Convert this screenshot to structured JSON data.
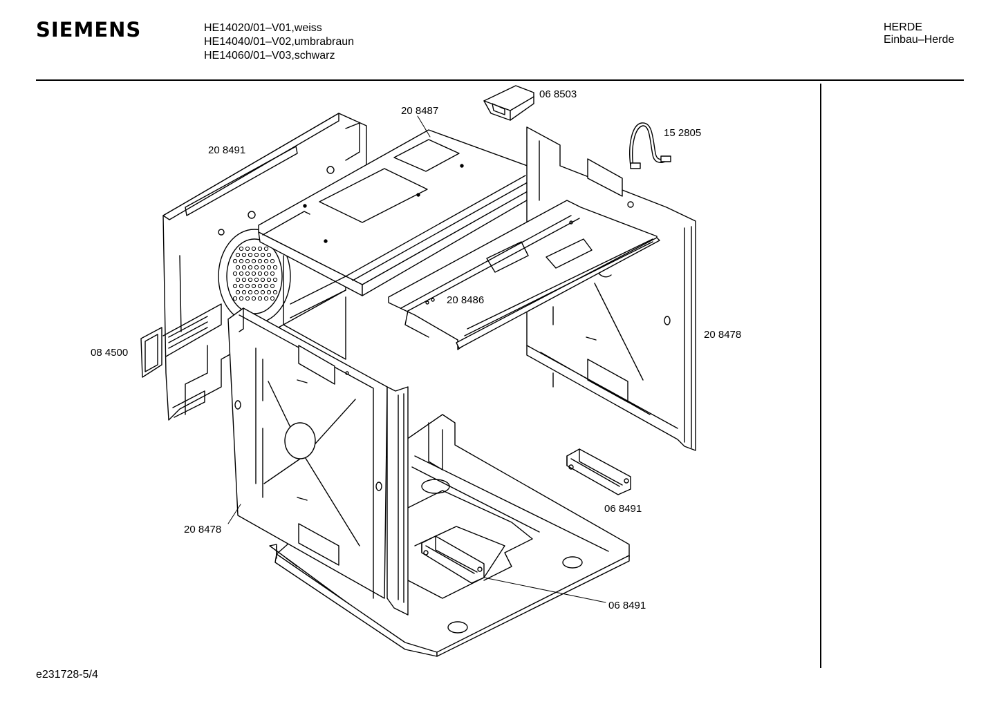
{
  "header": {
    "brand": "SIEMENS",
    "models": [
      "HE14020/01–V01,weiss",
      "HE14040/01–V02,umbrabraun",
      "HE14060/01–V03,schwarz"
    ],
    "category_line1": "HERDE",
    "category_line2": "Einbau–Herde"
  },
  "parts": [
    {
      "id": "side-wall-left",
      "label": "20 8491"
    },
    {
      "id": "top-panel",
      "label": "20 8487"
    },
    {
      "id": "connector-cap",
      "label": "06 8503"
    },
    {
      "id": "cable-harness",
      "label": "15 2805"
    },
    {
      "id": "inner-frame",
      "label": "20 8486"
    },
    {
      "id": "side-wall-right",
      "label": "20 8478"
    },
    {
      "id": "fan-grille",
      "label": "08 4500"
    },
    {
      "id": "front-side-wall",
      "label": "20 8478"
    },
    {
      "id": "rail-holder-right",
      "label": "06 8491"
    },
    {
      "id": "rail-holder-bottom",
      "label": "06 8491"
    }
  ],
  "footer": {
    "doc_id": "e231728-5/4"
  }
}
